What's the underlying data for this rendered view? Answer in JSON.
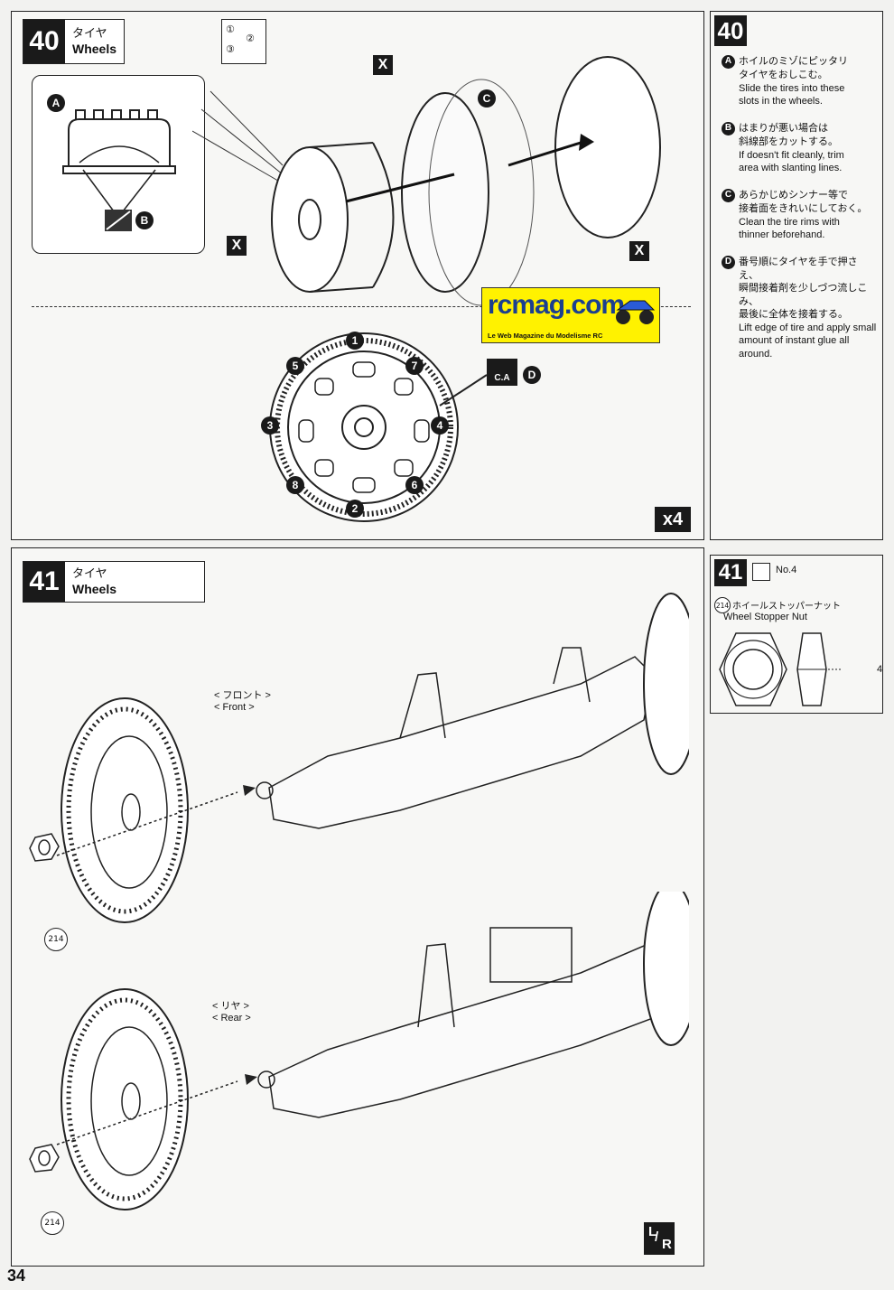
{
  "page_number": "34",
  "logo": {
    "text": "rcmag.com",
    "tagline": "Le Web Magazine du Modelisme RC"
  },
  "step40": {
    "number": "40",
    "title_jp": "タイヤ",
    "title_en": "Wheels",
    "sequence": {
      "one": "①",
      "two": "②",
      "three": "③"
    },
    "labels": {
      "a": "A",
      "b": "B",
      "c": "C",
      "d": "D",
      "x": "X"
    },
    "ca": "C.A",
    "multiplier": "x4",
    "glue_order": [
      "1",
      "7",
      "4",
      "6",
      "2",
      "8",
      "3",
      "5"
    ],
    "instructions": [
      {
        "mark": "A",
        "jp1": "ホイルのミゾにピッタリ",
        "jp2": "タイヤをおしこむ。",
        "en1": "Slide the tires into these",
        "en2": "slots in the wheels."
      },
      {
        "mark": "B",
        "jp1": "はまりが悪い場合は",
        "jp2": "斜線部をカットする。",
        "en1": "If doesn't fit cleanly, trim",
        "en2": "area with slanting lines."
      },
      {
        "mark": "C",
        "jp1": "あらかじめシンナー等で",
        "jp2": "接着面をきれいにしておく。",
        "en1": "Clean the tire rims with",
        "en2": "thinner beforehand."
      },
      {
        "mark": "D",
        "jp1": "番号順にタイヤを手で押さえ、",
        "jp2": "瞬間接着剤を少しづつ流しこみ、",
        "jp3": "最後に全体を接着する。",
        "en1": "Lift edge of tire and apply small",
        "en2": "amount of instant glue all around."
      }
    ]
  },
  "step41": {
    "number": "41",
    "title_jp": "タイヤ",
    "title_en": "Wheels",
    "bag": "No.4",
    "part_number": "214",
    "part_jp": "ホイールストッパーナット",
    "part_en": "Wheel Stopper Nut",
    "quantity": "4",
    "front_jp": "< フロント >",
    "front_en": "< Front >",
    "rear_jp": "< リヤ >",
    "rear_en": "< Rear >",
    "lr_l": "L",
    "lr_r": "R"
  }
}
